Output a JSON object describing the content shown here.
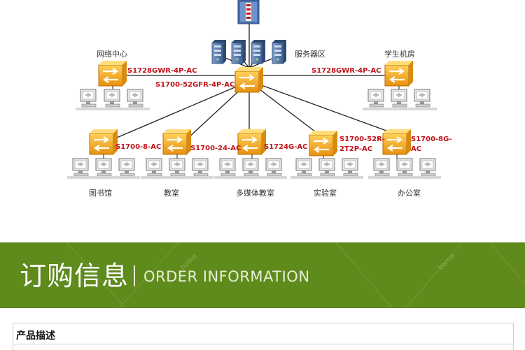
{
  "diagram": {
    "areas": {
      "network_center": "网络中心",
      "server_zone": "服务器区",
      "student_lab": "学生机房",
      "library": "图书馆",
      "classroom": "教室",
      "multimedia": "多媒体教室",
      "lab": "实验室",
      "office": "办公室"
    },
    "models": {
      "core": "S1700-52GFR-4P-AC",
      "netcenter": "S1728GWR-4P-AC",
      "student": "S1728GWR-4P-AC",
      "library": "S1700-8-AC",
      "classroom": "S1700-24-AC",
      "multimedia": "S1724G-AC",
      "lab_line1": "S1700-52R-",
      "lab_line2": "2T2P-AC",
      "office_line1": "S1700-8G-",
      "office_line2": "AC"
    },
    "colors": {
      "switch": "#f2a21b",
      "firewall": "#5a7fb5",
      "server": "#4f6e9e",
      "model_label": "#c0141b"
    },
    "icons": [
      "firewall-icon",
      "server-icon",
      "switch-icon",
      "pc-icon"
    ]
  },
  "banner": {
    "title": "订购信息",
    "subtitle": "ORDER INFORMATION",
    "background": "#5f8a1c",
    "watermark": "home"
  },
  "section": {
    "title": "产品描述"
  }
}
